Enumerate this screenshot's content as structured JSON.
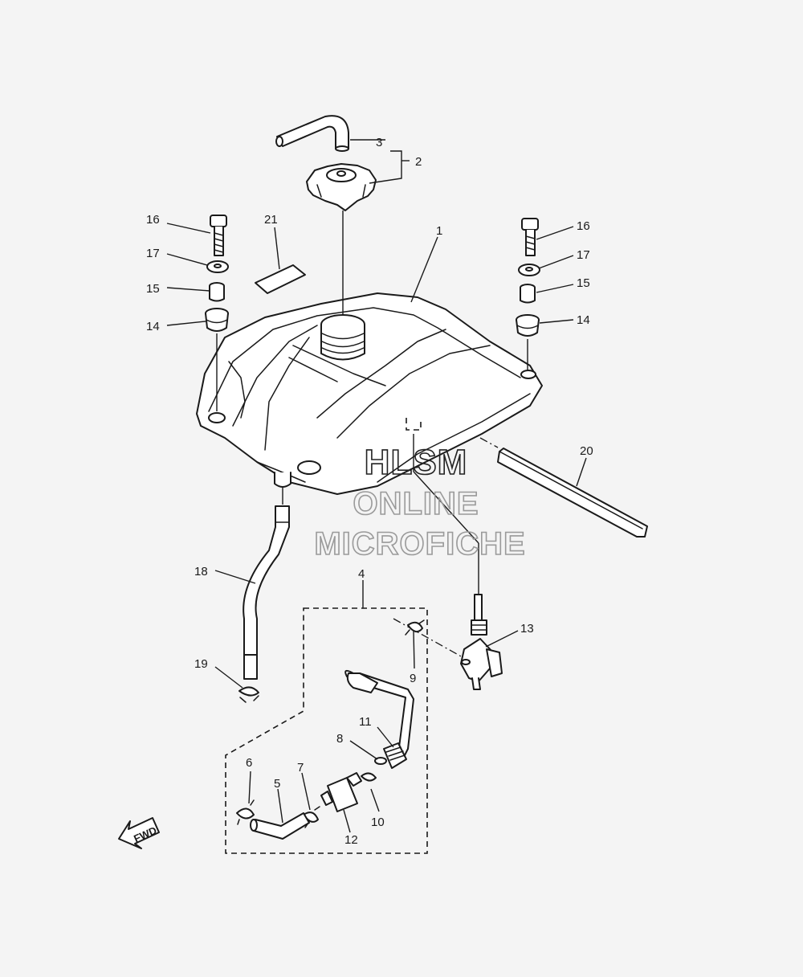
{
  "diagram": {
    "callouts": {
      "c1": "1",
      "c2": "2",
      "c3": "3",
      "c4": "4",
      "c5": "5",
      "c6": "6",
      "c7": "7",
      "c8": "8",
      "c9": "9",
      "c10": "10",
      "c11": "11",
      "c12": "12",
      "c13": "13",
      "c14_left": "14",
      "c14_right": "14",
      "c15_left": "15",
      "c15_right": "15",
      "c16_left": "16",
      "c16_right": "16",
      "c17_left": "17",
      "c17_right": "17",
      "c18": "18",
      "c19": "19",
      "c20": "20",
      "c21": "21"
    },
    "direction_label": "FWD",
    "watermark": {
      "line1": "HLSM",
      "line2": "ONLINE",
      "line3": "MICROFICHE"
    }
  },
  "colors": {
    "background": "#f4f4f4",
    "line": "#1a1a1a",
    "watermark_dark": "#222222",
    "watermark_light": "#9a9a9a"
  }
}
